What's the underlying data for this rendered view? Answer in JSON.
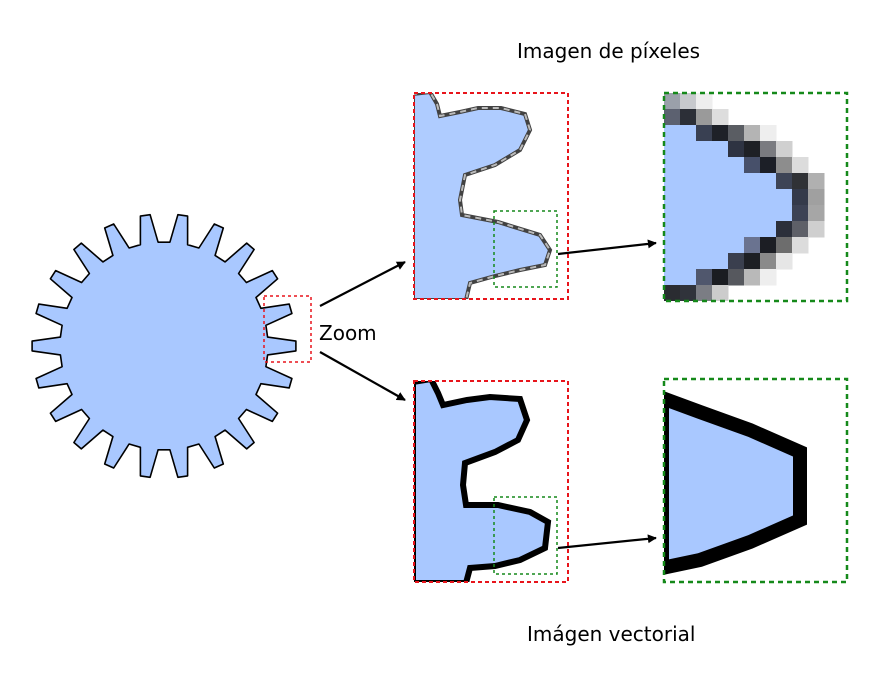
{
  "labels": {
    "pixel_title": "Imagen de píxeles",
    "vector_title": "Imágen vectorial",
    "zoom": "Zoom"
  },
  "colors": {
    "fill": "#a9c8ff",
    "outline": "#000000",
    "zoom_box_red": "#e8141b",
    "zoom_box_green": "#15891a",
    "background": "#ffffff"
  },
  "figure": {
    "gear_teeth": 22
  }
}
